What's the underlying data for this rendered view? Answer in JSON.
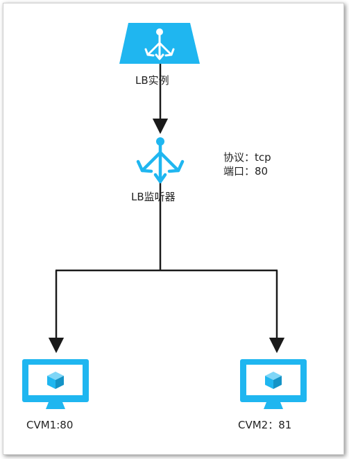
{
  "colors": {
    "accent": "#1fb6f0",
    "line": "#1a1a1a",
    "cube": "#1fb6f0",
    "text": "#222222"
  },
  "nodes": {
    "lb_instance": {
      "label": "LB实例",
      "icon": "load-balancer-icon"
    },
    "lb_listener": {
      "label": "LB监听器",
      "icon": "listener-icon"
    },
    "cvm1": {
      "label": "CVM1:80",
      "icon": "monitor-cube-icon"
    },
    "cvm2": {
      "label": "CVM2：81",
      "icon": "monitor-cube-icon"
    }
  },
  "listener_config": {
    "protocol": "协议：tcp",
    "port": "端口：80"
  }
}
